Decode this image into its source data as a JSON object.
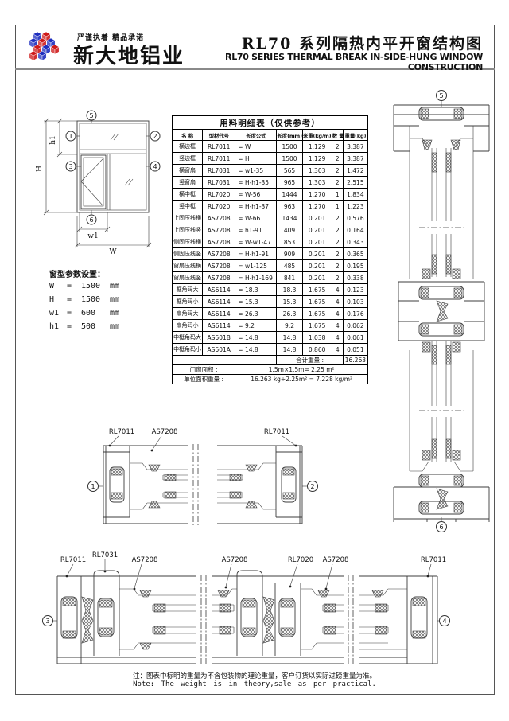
{
  "colors": {
    "blue": "#1e2ebf",
    "red": "#cf1a1a",
    "line": "#3c3c3c"
  },
  "header": {
    "slogan": "严谨执着 精品承诺",
    "company": "新大地铝业",
    "title_cn": "RL70 系列隔热内平开窗结构图",
    "title_en": "RL70 SERIES THERMAL BREAK IN-SIDE-HUNG WINDOW CONSTRUCTION"
  },
  "callouts": {
    "c1": "1",
    "c2": "2",
    "c3": "3",
    "c4": "4",
    "c5": "5",
    "c6": "6"
  },
  "dims": {
    "H": "H",
    "h1": "h1",
    "W": "W",
    "w1": "w1"
  },
  "params": {
    "title": "窗型参数设置：",
    "items": [
      {
        "name": "W",
        "eq": "=",
        "value": "1500",
        "unit": "mm"
      },
      {
        "name": "H",
        "eq": "=",
        "value": "1500",
        "unit": "mm"
      },
      {
        "name": "w1",
        "eq": "=",
        "value": "600",
        "unit": "mm"
      },
      {
        "name": "h1",
        "eq": "=",
        "value": "500",
        "unit": "mm"
      }
    ]
  },
  "table": {
    "title": "用料明细表（仅供参考）",
    "columns": [
      "名 称",
      "型材代号",
      "长度公式",
      "长度(mm)",
      "米重(kg/m)",
      "数 量",
      "重量(kg)"
    ],
    "rows": [
      [
        "横边框",
        "RL7011",
        "= W",
        "1500",
        "1.129",
        "2",
        "3.387"
      ],
      [
        "竖边框",
        "RL7011",
        "= H",
        "1500",
        "1.129",
        "2",
        "3.387"
      ],
      [
        "横窗扇",
        "RL7031",
        "= w1-35",
        "565",
        "1.303",
        "2",
        "1.472"
      ],
      [
        "竖窗扇",
        "RL7031",
        "= H-h1-35",
        "965",
        "1.303",
        "2",
        "2.515"
      ],
      [
        "横中梃",
        "RL7020",
        "= W-56",
        "1444",
        "1.270",
        "1",
        "1.834"
      ],
      [
        "竖中梃",
        "RL7020",
        "= H-h1-37",
        "963",
        "1.270",
        "1",
        "1.223"
      ],
      [
        "上固压线横",
        "AS7208",
        "= W-66",
        "1434",
        "0.201",
        "2",
        "0.576"
      ],
      [
        "上固压线竖",
        "AS7208",
        "= h1-91",
        "409",
        "0.201",
        "2",
        "0.164"
      ],
      [
        "侧固压线横",
        "AS7208",
        "= W-w1-47",
        "853",
        "0.201",
        "2",
        "0.343"
      ],
      [
        "侧固压线竖",
        "AS7208",
        "= H-h1-91",
        "909",
        "0.201",
        "2",
        "0.365"
      ],
      [
        "窗扇压线横",
        "AS7208",
        "= w1-125",
        "485",
        "0.201",
        "2",
        "0.195"
      ],
      [
        "窗扇压线竖",
        "AS7208",
        "= H-h1-169",
        "841",
        "0.201",
        "2",
        "0.338"
      ],
      [
        "框角码大",
        "AS6114",
        "= 18.3",
        "18.3",
        "1.675",
        "4",
        "0.123"
      ],
      [
        "框角码小",
        "AS6114",
        "= 15.3",
        "15.3",
        "1.675",
        "4",
        "0.103"
      ],
      [
        "扇角码大",
        "AS6114",
        "= 26.3",
        "26.3",
        "1.675",
        "4",
        "0.176"
      ],
      [
        "扇角码小",
        "AS6114",
        "= 9.2",
        "9.2",
        "1.675",
        "4",
        "0.062"
      ],
      [
        "中梃角码大",
        "AS601B",
        "= 14.8",
        "14.8",
        "1.038",
        "4",
        "0.061"
      ],
      [
        "中梃角码小",
        "AS601A",
        "= 14.8",
        "14.8",
        "0.860",
        "4",
        "0.051"
      ]
    ],
    "total_label": "合计重量 :",
    "total_value": "16.263",
    "area_label": "门窗面积 :",
    "area_value": "1.5m×1.5m= 2.25 m²",
    "unit_label": "单位面积重量 :",
    "unit_value": "16.263 kg÷2.25m² = 7.228 kg/m²"
  },
  "profiles": {
    "rl7011": "RL7011",
    "rl7031": "RL7031",
    "rl7020": "RL7020",
    "as7208": "AS7208"
  },
  "note": {
    "cn": "注：图表中标明的重量为不含包装物的理论重量，客户订货以实际过磅重量为准。",
    "en": "Note: The weight is in theory,sale as per practical."
  }
}
